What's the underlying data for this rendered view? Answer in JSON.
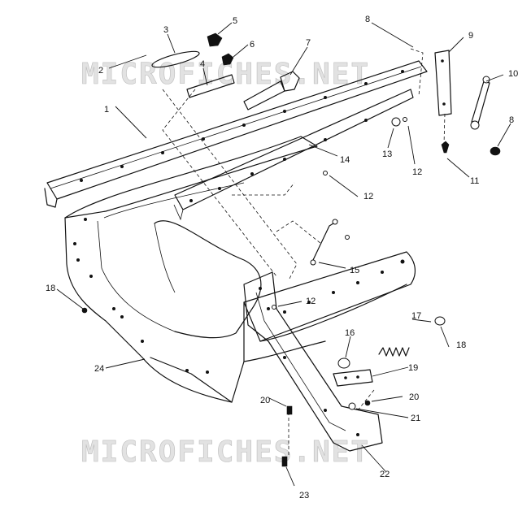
{
  "watermarks": [
    "MICROFICHES.NET",
    "MICROFICHES.NET"
  ],
  "callouts": [
    "1",
    "2",
    "3",
    "4",
    "5",
    "6",
    "7",
    "8",
    "9",
    "10",
    "8",
    "11",
    "12",
    "13",
    "14",
    "12",
    "15",
    "12",
    "16",
    "17",
    "18",
    "18",
    "19",
    "20",
    "20",
    "21",
    "22",
    "23",
    "24"
  ]
}
